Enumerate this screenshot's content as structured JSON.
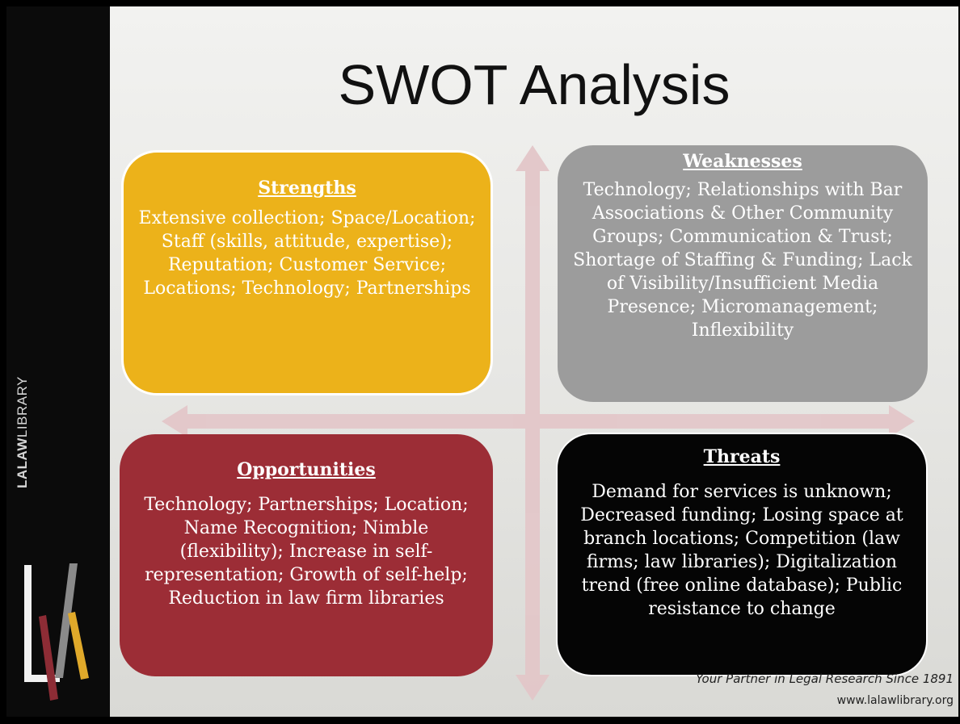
{
  "slide": {
    "title": "SWOT Analysis"
  },
  "branding": {
    "logo_part1": "LALAW",
    "logo_part2": "LIBRARY",
    "tagline": "Your Partner in Legal Research Since 1891",
    "website": "www.lalawlibrary.org"
  },
  "quadrants": {
    "strengths": {
      "heading": "Strengths",
      "body": "Extensive collection; Space/Location; Staff (skills, attitude, expertise); Reputation; Customer Service; Locations; Technology; Partnerships",
      "color": "#ecb21a"
    },
    "weaknesses": {
      "heading": "Weaknesses",
      "body": "Technology; Relationships with Bar Associations & Other Community Groups; Communication & Trust; Shortage of Staffing & Funding; Lack of Visibility/Insufficient Media Presence; Micromanagement; Inflexibility",
      "color": "#9c9c9c"
    },
    "opportunities": {
      "heading": "Opportunities",
      "body": "Technology; Partnerships; Location; Name Recognition; Nimble  (flexibility); Increase in self-representation; Growth of self-help; Reduction in law firm libraries",
      "color": "#9c2d36"
    },
    "threats": {
      "heading": "Threats",
      "body": "Demand for services is unknown; Decreased funding; Losing space at branch locations; Competition (law firms; law libraries); Digitalization trend (free online database); Public resistance to change",
      "color": "#050505"
    }
  },
  "colors": {
    "arrow": "#e3c7c9",
    "sidebar": "#0b0b0b"
  }
}
